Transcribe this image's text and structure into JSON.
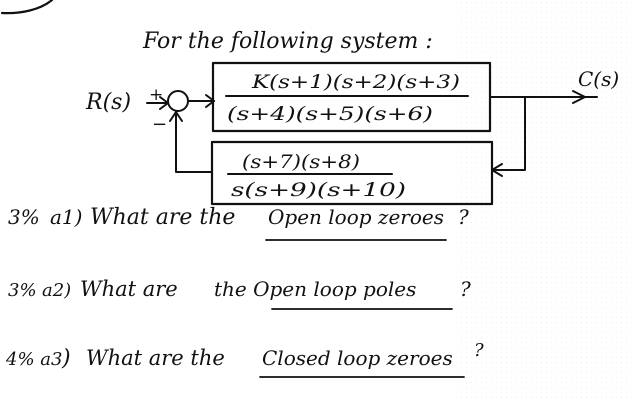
{
  "header": {
    "prompt": "For the following system :"
  },
  "diagram": {
    "input_label": "R(s)",
    "plus_sign": "+",
    "minus_sign": "−",
    "output_label": "C(s)",
    "forward_block": {
      "numerator": "K(s+1)(s+2)(s+3)",
      "denominator": "(s+4)(s+5)(s+6)"
    },
    "feedback_block": {
      "numerator": "(s+7)(s+8)",
      "denominator": "s(s+9)(s+10)"
    }
  },
  "questions": [
    {
      "mark": "3%",
      "label": "a1)",
      "text": "What are the",
      "underlined": "Open loop zeroes",
      "end": "?"
    },
    {
      "mark": "3%",
      "label": "a2)",
      "text": "What are",
      "underlined": "the Open loop poles",
      "end": "?"
    },
    {
      "mark": "4% a3",
      "label": ")",
      "text": "What are the",
      "underlined": "Closed loop zeroes",
      "end": "?"
    }
  ]
}
